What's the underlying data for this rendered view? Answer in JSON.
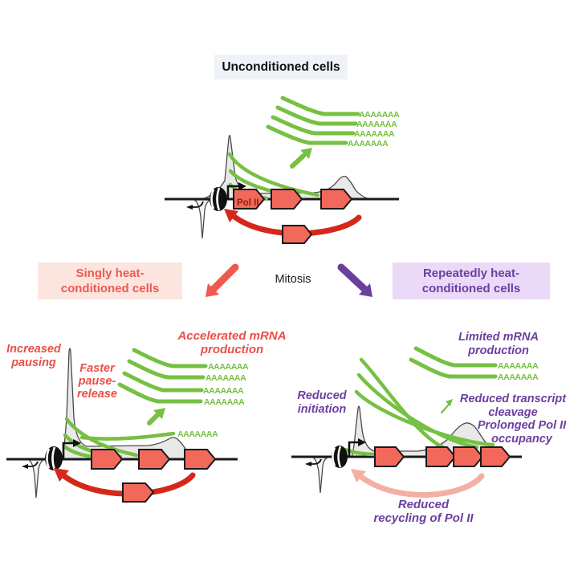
{
  "title_box": {
    "label": "Unconditioned cells"
  },
  "mitosis_label": "Mitosis",
  "branches": {
    "singly": {
      "line1": "Singly heat-",
      "line2": "conditioned cells"
    },
    "repeatedly": {
      "line1": "Repeatedly heat-",
      "line2": "conditioned cells"
    }
  },
  "annotations": {
    "increased_pausing": {
      "line1": "Increased",
      "line2": "pausing"
    },
    "faster_pause_release": {
      "line1": "Faster",
      "line2": "pause-",
      "line3": "release"
    },
    "accelerated_mrna": {
      "line1": "Accelerated mRNA",
      "line2": "production"
    },
    "limited_mrna": {
      "line1": "Limited mRNA",
      "line2": "production"
    },
    "reduced_initiation": {
      "line1": "Reduced",
      "line2": "initiation"
    },
    "reduced_cleavage": {
      "line1": "Reduced transcript",
      "line2": "cleavage"
    },
    "prolonged_occupancy": {
      "line1": "Prolonged Pol II",
      "line2": "occupancy"
    },
    "reduced_recycling": {
      "line1": "Reduced",
      "line2": "recycling of Pol II"
    }
  },
  "common": {
    "polyA": "AAAAAAA",
    "pol2": "Pol II"
  },
  "colors": {
    "rna_green": "#76C043",
    "polymerase_salmon": "#F2695C",
    "recycle_red": "#D5281B",
    "recycle_faded": "#F4AFA3",
    "singly_text_red": "#EE5A50",
    "repeat_purple": "#6B3FA0",
    "singly_box_bg": "#FCE5DF",
    "repeat_box_bg": "#EADAF7",
    "title_box_bg": "#EFF3F7",
    "signal_gray": "#E9E9E9"
  }
}
